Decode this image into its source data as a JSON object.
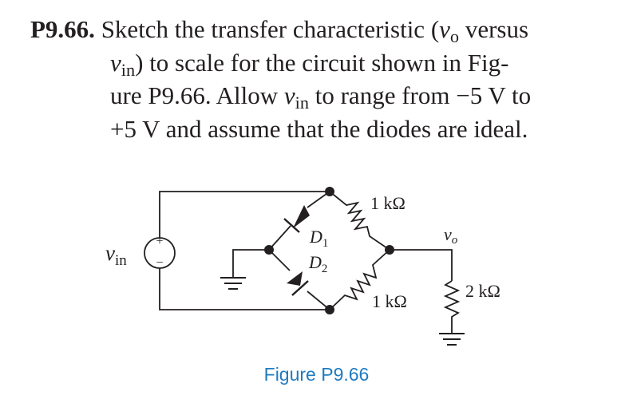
{
  "problem": {
    "number": "P9.66.",
    "line1_pre": "Sketch the transfer characteristic (",
    "vo_var": "v",
    "vo_sub": "o",
    "line1_post": " versus",
    "vin_var": "v",
    "vin_sub": "in",
    "line2_post": ") to scale for the circuit shown in Fig-",
    "line3_pre": "ure P9.66. Allow ",
    "line3_post": " to range from −5 V to",
    "line4": "+5 V and assume that the diodes are ideal."
  },
  "circuit": {
    "source_label_var": "v",
    "source_label_sub": "in",
    "source_plus": "+",
    "source_minus": "−",
    "d1_var": "D",
    "d1_sub": "1",
    "d2_var": "D",
    "d2_sub": "2",
    "r_top_label": "1 kΩ",
    "r_bottom_label": "1 kΩ",
    "r_load_label": "2 kΩ",
    "vo_var": "v",
    "vo_sub": "o"
  },
  "figure": {
    "caption": "Figure P9.66"
  }
}
